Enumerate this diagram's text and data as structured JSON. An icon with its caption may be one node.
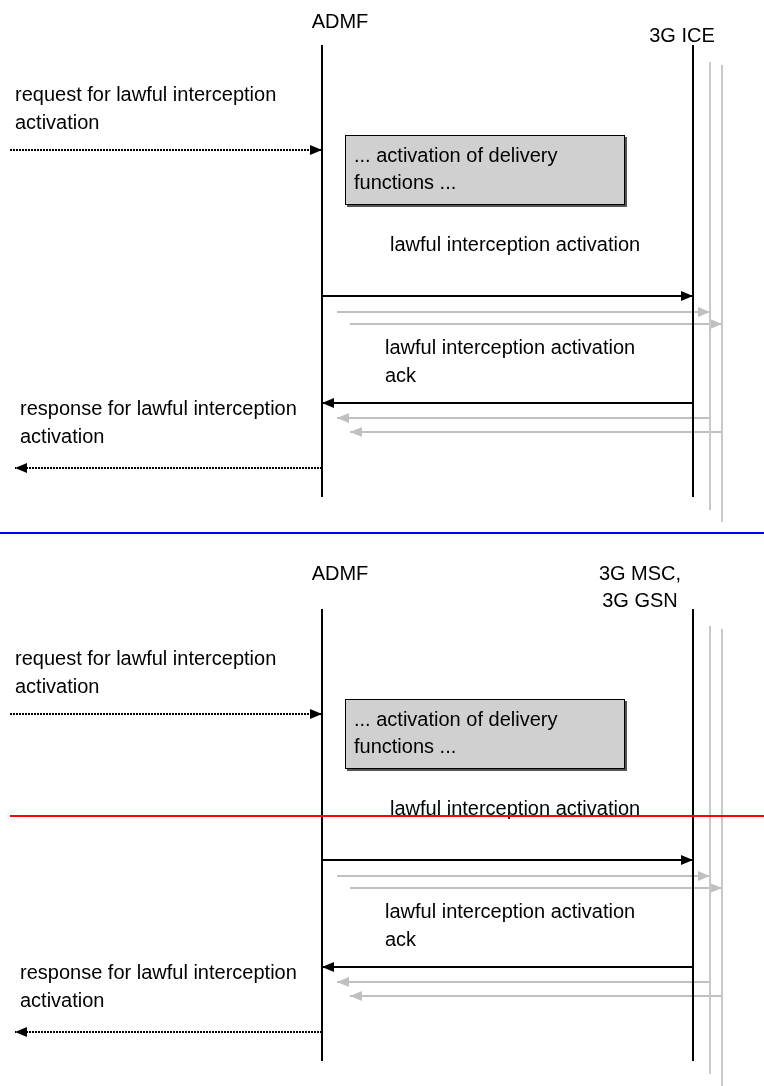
{
  "diagram": {
    "nodes": [
      {
        "text": [
          "ADMF"
        ]
      },
      {
        "text": [
          "3G ICE"
        ]
      },
      {
        "text": [],
        "shape": "line"
      },
      {
        "text": [],
        "shape": "line"
      },
      {
        "text": [
          "... activation of delivery functions ..."
        ]
      },
      {
        "text": [
          "ADMF"
        ]
      },
      {
        "text": [
          "3G MSC, 3G GSN"
        ]
      },
      {
        "text": [],
        "shape": "line"
      },
      {
        "text": [],
        "shape": "line"
      },
      {
        "text": [
          "... activation of delivery functions ..."
        ]
      }
    ],
    "edges": [
      {
        "from": null,
        "to": 0,
        "arrow": "to",
        "label": "request for lawful interception activation",
        "style": "dashed"
      },
      {
        "from": 0,
        "to": 1,
        "arrow": "to",
        "label": "lawful interception activation"
      },
      {
        "from": 0,
        "to": 2,
        "arrow": "to",
        "color": "#c0c0c0"
      },
      {
        "from": 0,
        "to": 3,
        "arrow": "to",
        "color": "#c0c0c0"
      },
      {
        "from": 1,
        "to": 0,
        "arrow": "to",
        "label": "lawful interception activation ack"
      },
      {
        "from": 2,
        "to": 0,
        "arrow": "to",
        "color": "#c0c0c0"
      },
      {
        "from": 3,
        "to": 0,
        "arrow": "to",
        "color": "#c0c0c0"
      },
      {
        "from": 0,
        "to": null,
        "arrow": "to",
        "label": "response for lawful interception activation",
        "style": "dashed"
      },
      {
        "from": null,
        "to": 5,
        "arrow": "to",
        "label": "request for lawful interception activation",
        "style": "dashed"
      },
      {
        "from": 5,
        "to": 6,
        "arrow": "to",
        "label": "lawful interception activation"
      },
      {
        "from": 5,
        "to": 7,
        "arrow": "to",
        "color": "#c0c0c0"
      },
      {
        "from": 5,
        "to": 8,
        "arrow": "to",
        "color": "#c0c0c0"
      },
      {
        "from": 6,
        "to": 5,
        "arrow": "to",
        "label": "lawful interception activation ack"
      },
      {
        "from": 7,
        "to": 5,
        "arrow": "to",
        "color": "#c0c0c0"
      },
      {
        "from": 8,
        "to": 5,
        "arrow": "to",
        "color": "#c0c0c0"
      },
      {
        "from": 5,
        "to": null,
        "arrow": "to",
        "label": "response for lawful interception activation",
        "style": "dashed"
      }
    ]
  }
}
